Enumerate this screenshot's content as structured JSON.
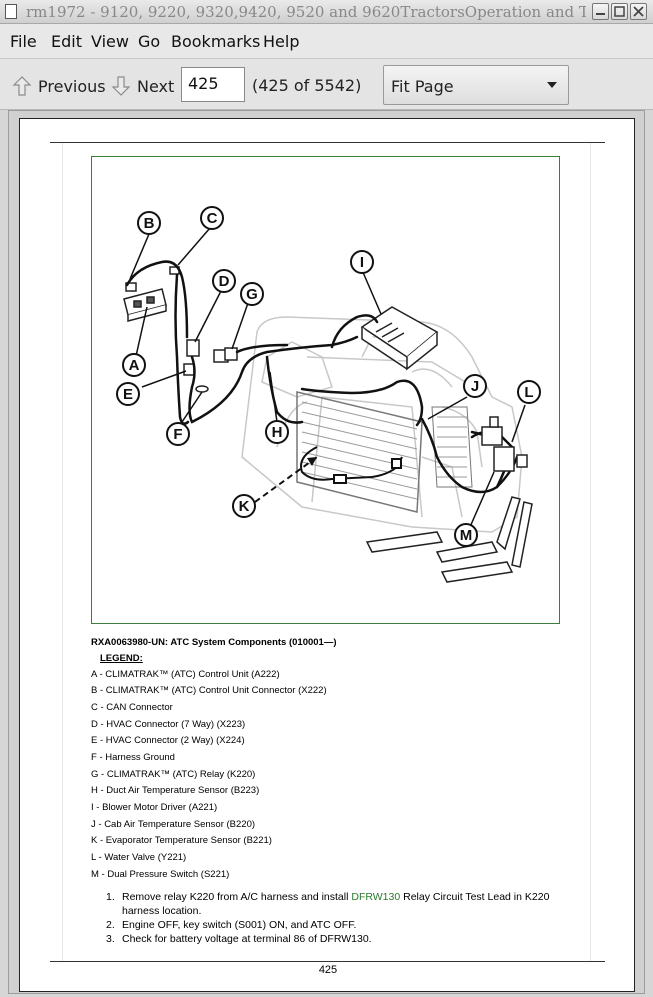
{
  "window": {
    "title": "rm1972 - 9120, 9220, 9320,9420, 9520 and 9620TractorsOperation and Tests"
  },
  "menu": [
    "File",
    "Edit",
    "View",
    "Go",
    "Bookmarks",
    "Help"
  ],
  "toolbar": {
    "previous_label": "Previous",
    "next_label": "Next",
    "page_value": "425",
    "page_count": "(425 of 5542)",
    "zoom_value": "Fit Page",
    "icons": [
      "up-arrow-icon",
      "down-arrow-icon",
      "chevron-down-icon"
    ]
  },
  "document": {
    "figure": {
      "callouts": [
        "A",
        "B",
        "C",
        "D",
        "E",
        "F",
        "G",
        "H",
        "I",
        "J",
        "K",
        "L",
        "M"
      ]
    },
    "caption": "RXA0063980-UN: ATC System Components (010001—)",
    "legend_title": "LEGEND:",
    "legend": [
      "A - CLIMATRAK™ (ATC) Control Unit (A222)",
      "B - CLIMATRAK™ (ATC) Control Unit Connector (X222)",
      "C - CAN Connector",
      "D - HVAC Connector (7 Way) (X223)",
      "E - HVAC Connector (2 Way) (X224)",
      "F - Harness Ground",
      "G - CLIMATRAK™ (ATC) Relay (K220)",
      "H - Duct Air Temperature Sensor (B223)",
      "I - Blower Motor Driver (A221)",
      "J - Cab Air Temperature Sensor (B220)",
      "K - Evaporator Temperature Sensor (B221)",
      "L - Water Valve (Y221)",
      "M - Dual Pressure Switch (S221)"
    ],
    "steps": [
      {
        "num": "1.",
        "pre": "Remove relay K220 from A/C harness and install ",
        "link": "DFRW130",
        "post": " Relay Circuit Test Lead in K220 harness location."
      },
      {
        "num": "2.",
        "pre": "Engine OFF, key switch (S001) ON, and ATC OFF.",
        "link": "",
        "post": ""
      },
      {
        "num": "3.",
        "pre": "Check for battery voltage at terminal 86 of DFRW130.",
        "link": "",
        "post": ""
      }
    ],
    "page_number": "425"
  },
  "colors": {
    "figure_border": "#3b7d3b",
    "link": "#2d7a2d"
  }
}
